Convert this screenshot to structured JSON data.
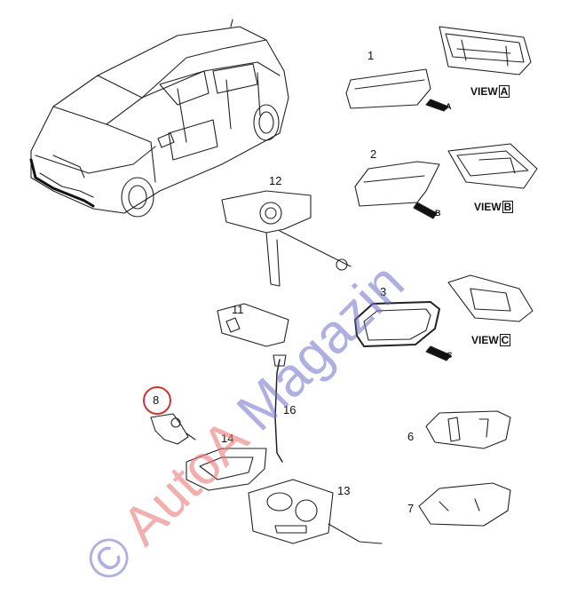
{
  "parts": {
    "p1": "1",
    "p2": "2",
    "p3": "3",
    "p6": "6",
    "p7": "7",
    "p8": "8",
    "p11": "11",
    "p12": "12",
    "p13": "13",
    "p14": "14",
    "p16": "16"
  },
  "views": {
    "a_text": "VIEW",
    "a_letter": "A",
    "b_text": "VIEW",
    "b_letter": "B",
    "c_text": "VIEW",
    "c_letter": "C"
  },
  "arrows": {
    "a": "A",
    "b": "B",
    "c": "C"
  },
  "watermark": {
    "copyright": "©",
    "brand_a": "AutoA",
    "brand_b": "Magazin",
    "colors": {
      "blue": "#6e6ec8",
      "red": "#eb7878"
    }
  },
  "highlight_color": "#d23232"
}
